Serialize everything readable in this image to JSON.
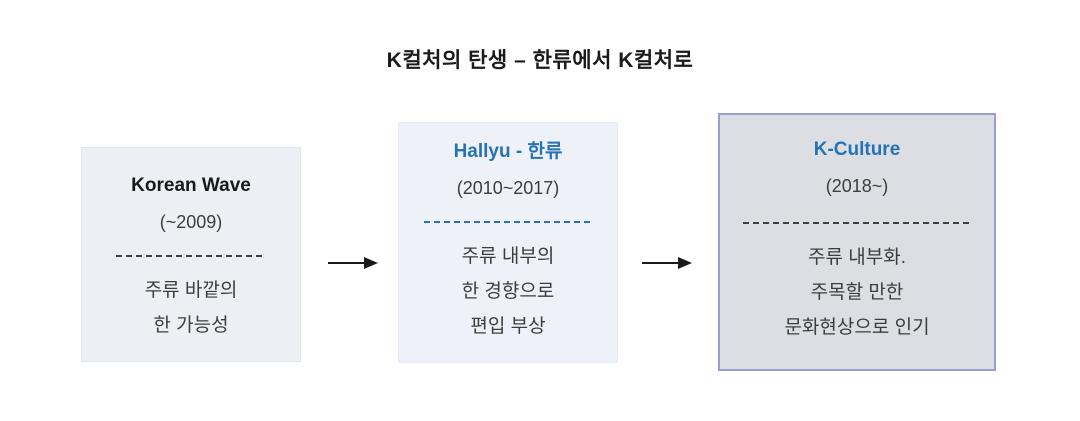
{
  "title": "K컬처의 탄생 – 한류에서 K컬처로",
  "boxes": [
    {
      "id": "korean-wave",
      "heading": "Korean Wave",
      "period": "(~2009)",
      "lines": [
        "주류 바깥의",
        "한 가능성"
      ]
    },
    {
      "id": "hallyu",
      "heading": "Hallyu - 한류",
      "period": "(2010~2017)",
      "lines": [
        "주류 내부의",
        "한 경향으로",
        "편입 부상"
      ]
    },
    {
      "id": "k-culture",
      "heading": "K-Culture",
      "period": "(2018~)",
      "lines": [
        "주류 내부화.",
        "주목할 만한",
        "문화현상으로 인기"
      ]
    }
  ],
  "colors": {
    "accent_blue": "#2573b5",
    "heading_dark": "#1a1a1a",
    "body_text": "#3d3d3d",
    "box1_bg": "#edeff5",
    "box2_bg": "#eef1f8",
    "box3_bg": "#dcdee4",
    "box3_border": "#979ed6",
    "dash_dark": "#3f3f3f",
    "arrow": "#1a1a1a"
  }
}
